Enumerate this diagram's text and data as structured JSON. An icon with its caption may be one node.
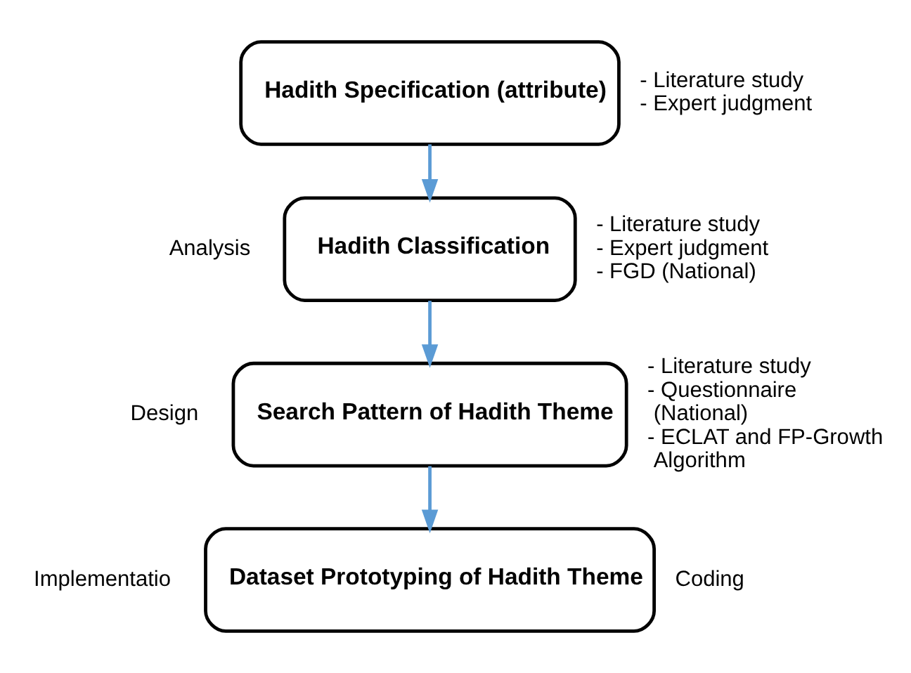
{
  "diagram": {
    "nodes": [
      {
        "text": [
          "Hadith Specification (attribute)"
        ],
        "beside": [
          "- Literature study",
          "- Expert judgment"
        ]
      },
      {
        "text": [
          "Hadith Classification"
        ],
        "beside": [
          "- Literature study",
          "- Expert judgment",
          "- FGD (National)"
        ]
      },
      {
        "text": [
          "Search Pattern of Hadith Theme"
        ],
        "beside": [
          "- Literature study",
          "- Questionnaire (National)",
          "- ECLAT and FP-Growth Algorithm"
        ]
      },
      {
        "text": [
          "Dataset Prototyping of Hadith Theme"
        ],
        "beside": [
          "Coding"
        ]
      }
    ],
    "edges": [
      {
        "from": 0,
        "to": 1,
        "arrow": "to"
      },
      {
        "from": 1,
        "to": 2,
        "arrow": "to"
      },
      {
        "from": 2,
        "to": 3,
        "arrow": "to"
      }
    ],
    "labels": [
      "Analysis",
      "Design",
      "Implementatio"
    ]
  }
}
